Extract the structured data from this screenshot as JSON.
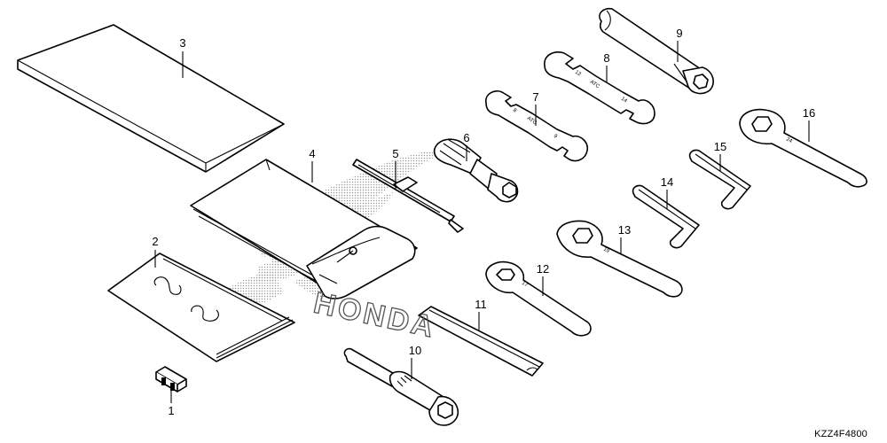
{
  "diagram": {
    "code": "KZZ4F4800",
    "watermark_text": "HONDA",
    "callouts": [
      "1",
      "2",
      "3",
      "4",
      "5",
      "6",
      "7",
      "8",
      "9",
      "10",
      "11",
      "12",
      "13",
      "14",
      "15",
      "16"
    ],
    "wrench_marks": {
      "w7": [
        "8",
        "ATC",
        "9"
      ],
      "w8": [
        "12",
        "ATC",
        "14"
      ],
      "r12": [
        "17"
      ],
      "r13": [
        "19"
      ],
      "r16": [
        "24"
      ]
    },
    "colors": {
      "ink": "#000000",
      "background": "#ffffff",
      "watermark": "#9a9a9a"
    }
  }
}
